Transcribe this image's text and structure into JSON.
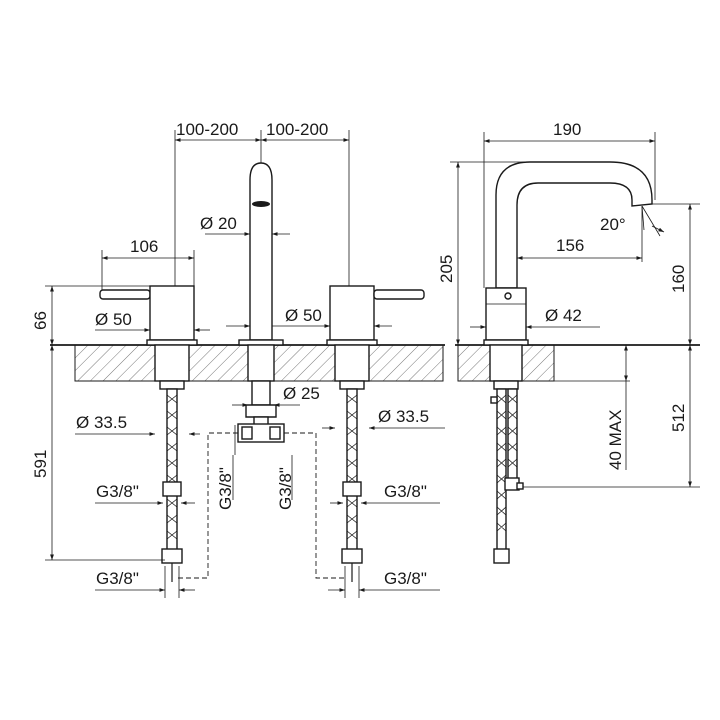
{
  "labels": {
    "spacing_left": "100-200",
    "spacing_right": "100-200",
    "lever_reach": "106",
    "spout_diameter": "Ø 20",
    "height_66": "66",
    "body_diameter_left": "Ø 50",
    "body_diameter_right": "Ø 50",
    "shank_diameter_left": "Ø 33.5",
    "shank_diameter_right": "Ø 33.5",
    "spout_shank_diameter": "Ø 25",
    "total_depth": "591",
    "thread_left_mid": "G3/8\"",
    "thread_left_bottom": "G3/8\"",
    "thread_tee_left": "G3/8\"",
    "thread_tee_right": "G3/8\"",
    "thread_right_mid": "G3/8\"",
    "thread_right_bottom": "G3/8\"",
    "spout_projection": "190",
    "spout_reach": "156",
    "spout_angle": "20°",
    "spout_height": "205",
    "outlet_height": "160",
    "side_body_diameter": "Ø 42",
    "max_thickness": "40 MAX",
    "side_depth": "512"
  },
  "colors": {
    "line": "#1a1a1a",
    "background": "#ffffff"
  }
}
